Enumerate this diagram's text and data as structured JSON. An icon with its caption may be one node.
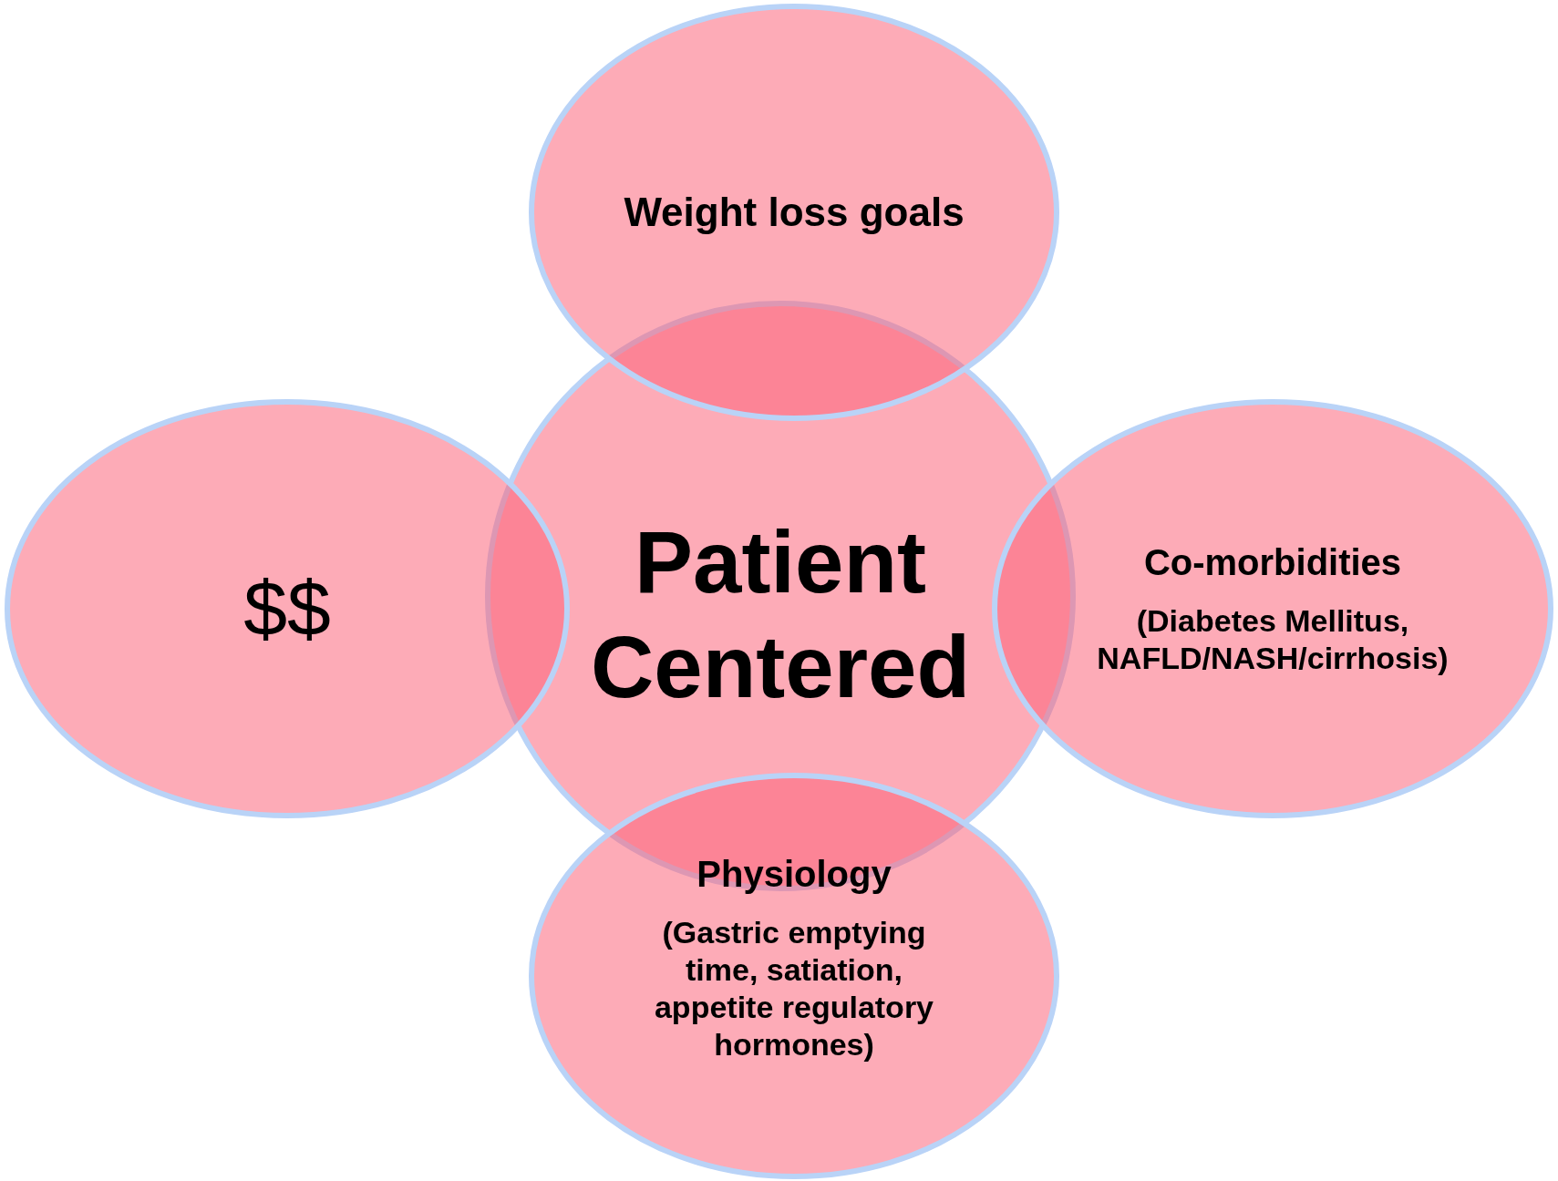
{
  "diagram": {
    "nodes": [
      {
        "text": [
          "Patient Centered"
        ]
      },
      {
        "text": [
          "Weight loss goals"
        ]
      },
      {
        "text": [
          "$$"
        ]
      },
      {
        "text": [
          "Co-morbidities",
          "(Diabetes Mellitus, NAFLD/NASH/cirrhosis)"
        ]
      },
      {
        "text": [
          "Physiology",
          "(Gastric emptying time, satiation, appetite regulatory hormones)"
        ]
      }
    ]
  }
}
